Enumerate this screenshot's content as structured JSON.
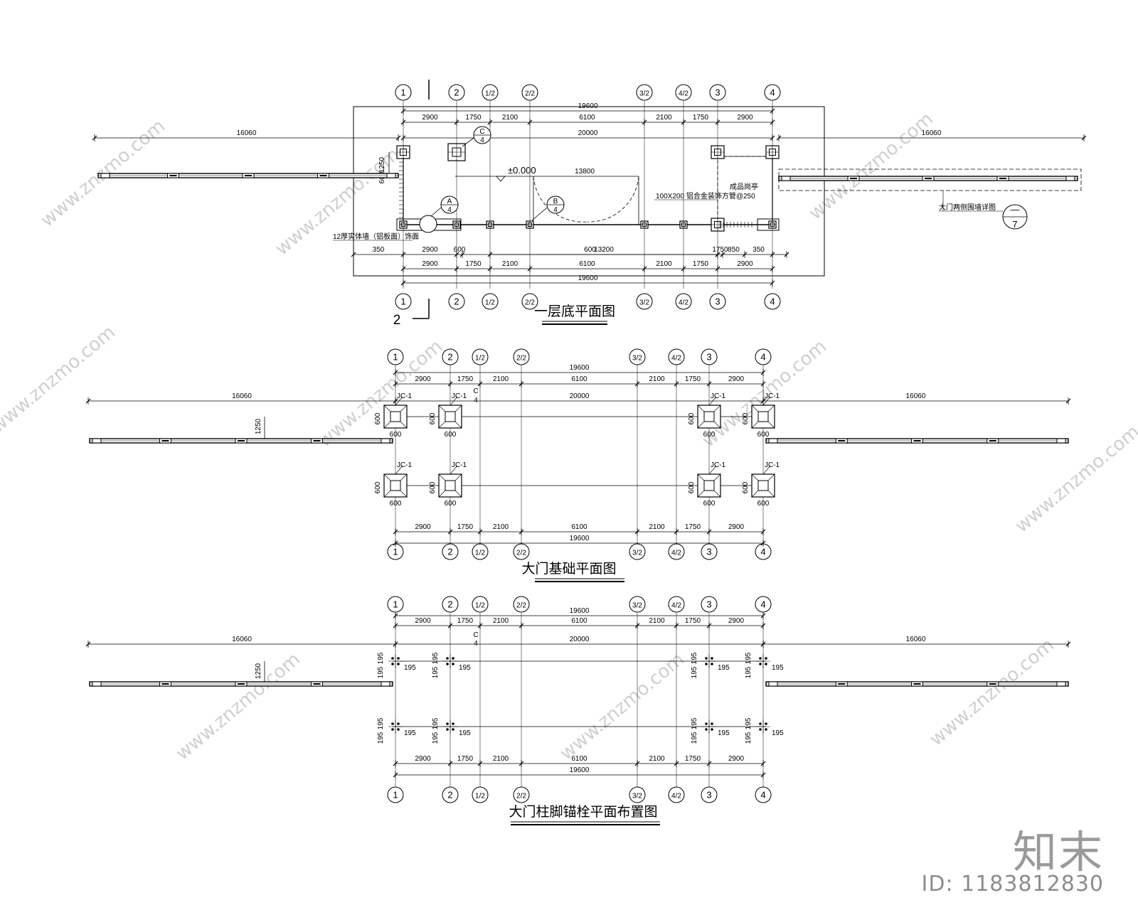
{
  "plans": {
    "ground_floor": {
      "title": "一层底平面图",
      "section_mark": "2",
      "axis_top": [
        "1",
        "2",
        "1/2",
        "2/2",
        "3/2",
        "4/2",
        "3",
        "4"
      ],
      "axis_bottom": [
        "1",
        "2",
        "1/2",
        "2/2",
        "3/2",
        "4/2",
        "3",
        "4"
      ],
      "dim_overall": "19600",
      "dim_segments": [
        "2900",
        "1750",
        "2100",
        "6100",
        "2100",
        "1750",
        "2900"
      ],
      "dim_inner": "20000",
      "dim_side_left": "16060",
      "dim_side_right": "16060",
      "dim_vertical": "1250",
      "dim_vertical_2": "600",
      "elevation": "±0.000",
      "dim_gate": "13800",
      "dim_bottom_run": "13200",
      "bottom_partials": [
        "350",
        "2900",
        "600",
        "600",
        "1750",
        "850",
        "350"
      ],
      "callouts": [
        {
          "letter": "C",
          "num": "4"
        },
        {
          "letter": "A",
          "num": "4"
        },
        {
          "letter": "B",
          "num": "4"
        }
      ],
      "note_beam": "100X200 铝合金装饰方管@250",
      "note_guard": "成品岗亭",
      "note_left": "12厚实体墙（铝板面）饰面",
      "note_right": "大门两侧围墙详图",
      "detail_top": "—",
      "detail_bottom": "7"
    },
    "foundation": {
      "title": "大门基础平面图",
      "axis_top": [
        "1",
        "2",
        "1/2",
        "2/2",
        "3/2",
        "4/2",
        "3",
        "4"
      ],
      "axis_bottom": [
        "1",
        "2",
        "1/2",
        "2/2",
        "3/2",
        "4/2",
        "3",
        "4"
      ],
      "dim_overall": "19600",
      "dim_segments": [
        "2900",
        "1750",
        "2100",
        "6100",
        "2100",
        "1750",
        "2900"
      ],
      "dim_inner": "20000",
      "dim_side_left": "16060",
      "dim_side_right": "16060",
      "dim_vertical": "1250",
      "footing_label": "JC-1",
      "footing_size": "600",
      "callout_letter": "C",
      "callout_num": "4"
    },
    "anchor": {
      "title": "大门柱脚锚栓平面布置图",
      "axis_top": [
        "1",
        "2",
        "1/2",
        "2/2",
        "3/2",
        "4/2",
        "3",
        "4"
      ],
      "axis_bottom": [
        "1",
        "2",
        "1/2",
        "2/2",
        "3/2",
        "4/2",
        "3",
        "4"
      ],
      "dim_overall": "19600",
      "dim_segments": [
        "2900",
        "1750",
        "2100",
        "6100",
        "2100",
        "1750",
        "2900"
      ],
      "dim_inner": "20000",
      "dim_side_left": "16060",
      "dim_side_right": "16060",
      "dim_vertical": "1250",
      "anchor_dim": "195",
      "callout_letter": "C",
      "callout_num": "4"
    }
  },
  "watermark": {
    "site_text": "www.znzmo.com",
    "logo_text": "知末",
    "id_text": "ID: 1183812830"
  }
}
